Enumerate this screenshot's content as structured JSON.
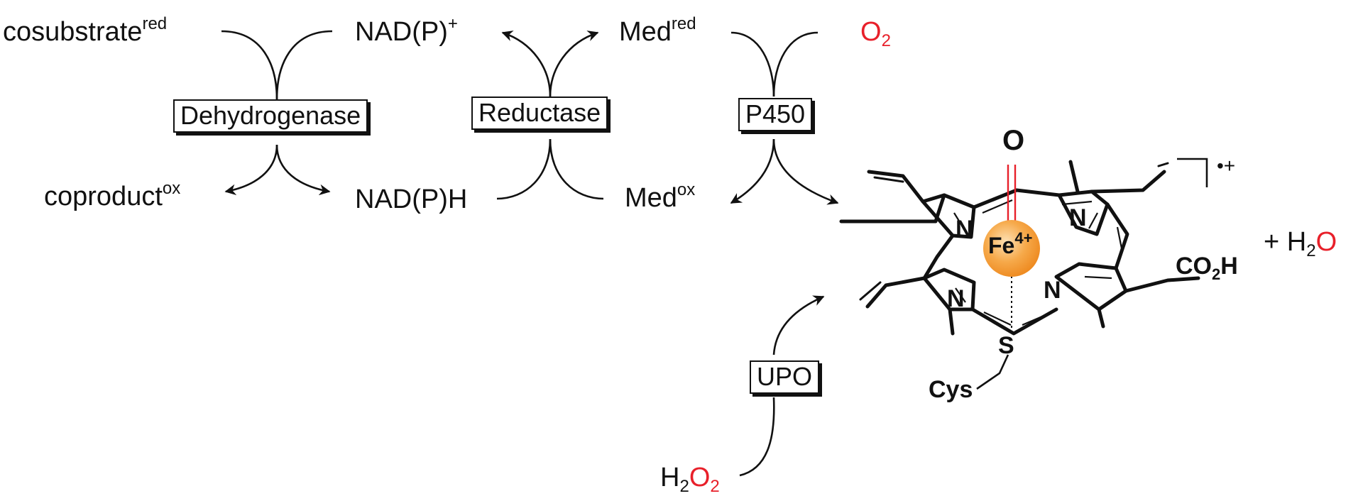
{
  "species": {
    "cosubstrate": {
      "base": "cosubstrate",
      "sup": "red"
    },
    "nadp_plus": {
      "base": "NAD(P)",
      "sup": "+"
    },
    "med_red": {
      "base": "Med",
      "sup": "red"
    },
    "o2": {
      "base": "O",
      "sub": "2"
    },
    "coproduct": {
      "base": "coproduct",
      "sup": "ox"
    },
    "nadph": {
      "base": "NAD(P)H"
    },
    "med_ox": {
      "base": "Med",
      "sup": "ox"
    },
    "h2o2": {
      "h": "H",
      "h_sub": "2",
      "o": "O",
      "o_sub": "2"
    },
    "water": {
      "plus": "+ H",
      "h_sub": "2",
      "o": "O"
    }
  },
  "enzymes": {
    "dehydrogenase": "Dehydrogenase",
    "reductase": "Reductase",
    "p450": "P450",
    "upo": "UPO"
  },
  "heme": {
    "oxo": "O",
    "iron": {
      "base": "Fe",
      "sup": "4+"
    },
    "nitrogen": "N",
    "sulfur": "S",
    "cysteine": "Cys",
    "carboxyl": {
      "a": "CO",
      "sub": "2",
      "b": "H"
    },
    "radical_charge": "•+"
  },
  "colors": {
    "ink": "#111111",
    "oxygen_red": "#e8202a",
    "iron_orange": "#f39a2e"
  }
}
